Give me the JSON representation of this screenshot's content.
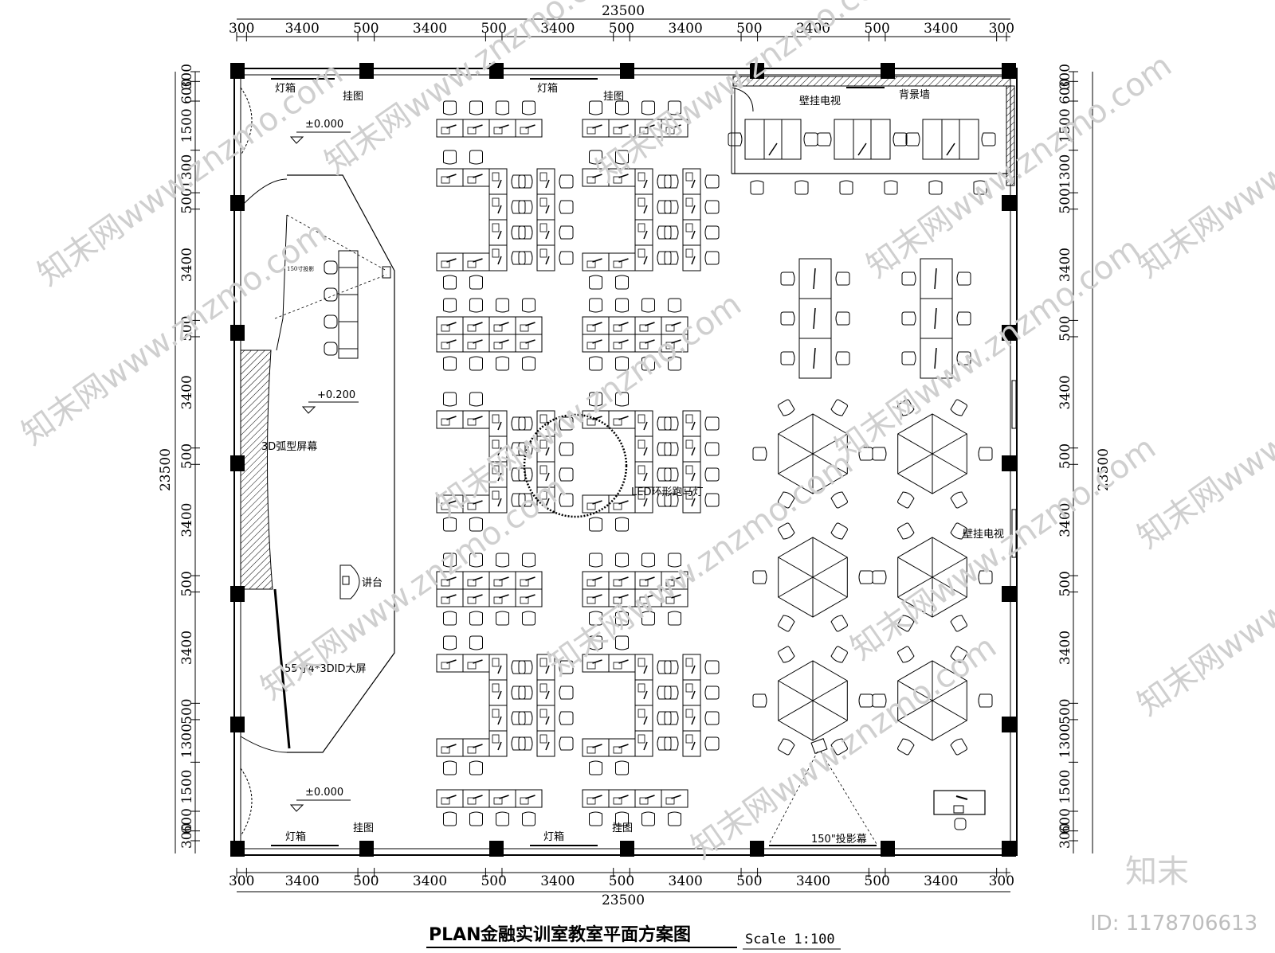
{
  "drawing": {
    "title_prefix": "PLAN",
    "title": "金融实训室教室平面方案图",
    "scale": "Scale 1:100"
  },
  "dimensions": {
    "total": "23500",
    "top": [
      "300",
      "3400",
      "500",
      "3400",
      "500",
      "3400",
      "500",
      "3400",
      "500",
      "3400",
      "500",
      "3400",
      "300"
    ],
    "left": [
      "300",
      "600",
      "1500",
      "1300",
      "500",
      "3400",
      "500",
      "3400",
      "500",
      "3400",
      "500",
      "3400",
      "500",
      "1300",
      "1500",
      "600",
      "300"
    ]
  },
  "labels": {
    "light_box_1": "灯箱",
    "hang_pic_1": "挂图",
    "light_box_2": "灯箱",
    "hang_pic_2": "挂图",
    "wall_tv_top": "壁挂电视",
    "backdrop_wall": "背景墙",
    "level_top": "±0.000",
    "projection_150": "150寸投影",
    "level_stage": "+0.200",
    "curved_screen": "3D弧型屏幕",
    "led_light": "LED环形跑马灯",
    "podium": "讲台",
    "big_screen": "55寸4*3DID大屏",
    "wall_tv_right": "壁挂电视",
    "level_bottom": "±0.000",
    "light_box_3": "灯箱",
    "hang_pic_3": "挂图",
    "light_box_4": "灯箱",
    "hang_pic_4": "挂图",
    "projection_screen": "150\"投影幕"
  },
  "watermark": {
    "logo": "知末",
    "id": "ID: 1178706613",
    "text": "知末网www.znzmo.com"
  }
}
